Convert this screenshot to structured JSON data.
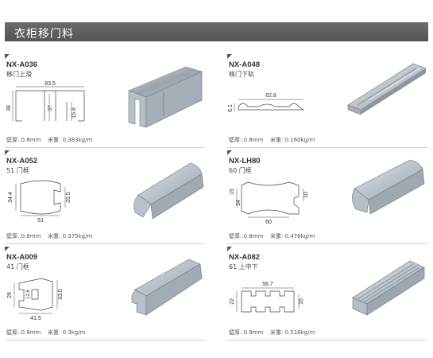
{
  "page": {
    "title": "衣柜移门料"
  },
  "products": [
    {
      "code": "NX-A036",
      "name": "移门上滑",
      "thickness_label": "壁厚:.0.8mm",
      "weight_label": "米重: 0.383kg/m",
      "dims": {
        "w": "83.5",
        "h": "38",
        "inner": "37",
        "small": "15.8"
      }
    },
    {
      "code": "NX-A048",
      "name": "移门下轨",
      "thickness_label": "壁厚:.0.8mm",
      "weight_label": "米重: 0.160kg/m",
      "dims": {
        "w": "62.8",
        "h": "6.1"
      }
    },
    {
      "code": "NX-A052",
      "name": "51 门框",
      "thickness_label": "壁厚:.0.8mm",
      "weight_label": "米重: 0.375kg/m",
      "dims": {
        "w": "51",
        "h": "34.4",
        "r": "25.5"
      }
    },
    {
      "code": "NX-LH80",
      "name": "60 门框",
      "thickness_label": "壁厚:.0.8mm",
      "weight_label": "米重: 0.476kg/m",
      "dims": {
        "w": "60",
        "h1": "15",
        "h2": "34",
        "r": "10"
      }
    },
    {
      "code": "NX-A009",
      "name": "41 门框",
      "thickness_label": "壁厚:.0.8mm",
      "weight_label": "米重: 0.3kg/m",
      "dims": {
        "w": "41.5",
        "h": "28",
        "inner": "12.6",
        "r": "33.5"
      }
    },
    {
      "code": "NX-A082",
      "name": "61 上中下",
      "thickness_label": "壁厚:.0.9mm",
      "weight_label": "米重: 0.516kg/m",
      "dims": {
        "w": "56.7",
        "h": "22",
        "r": "16"
      }
    }
  ]
}
